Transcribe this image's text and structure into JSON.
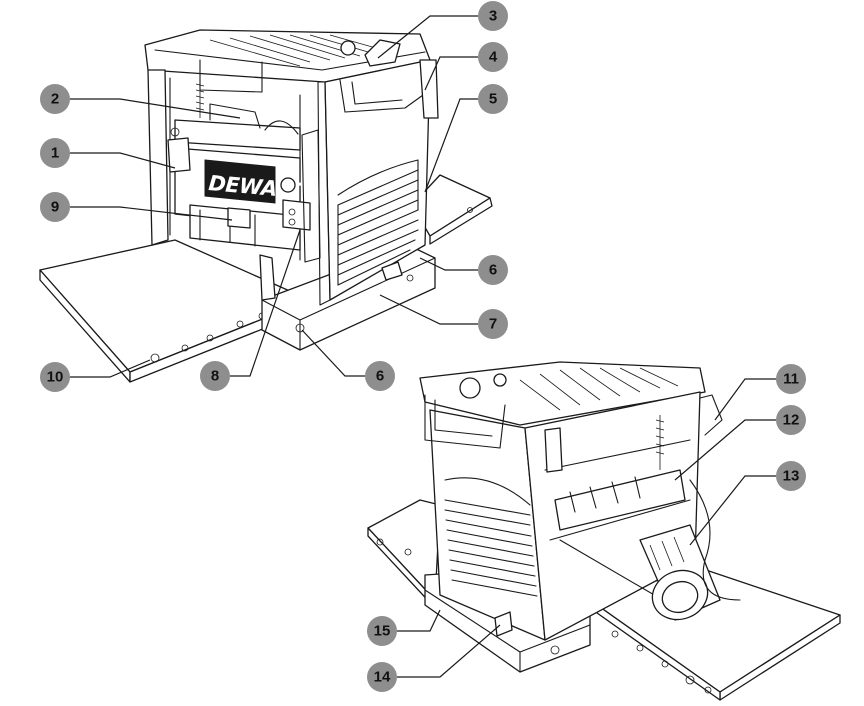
{
  "figure": {
    "brand_logo": "DEWALT",
    "callouts": [
      "1",
      "2",
      "3",
      "4",
      "5",
      "6",
      "7",
      "8",
      "6",
      "9",
      "10",
      "11",
      "12",
      "13",
      "14",
      "15"
    ],
    "colors": {
      "callout_fill": "#8e8e8e",
      "ink": "#1a1a1a",
      "background": "#ffffff"
    }
  }
}
